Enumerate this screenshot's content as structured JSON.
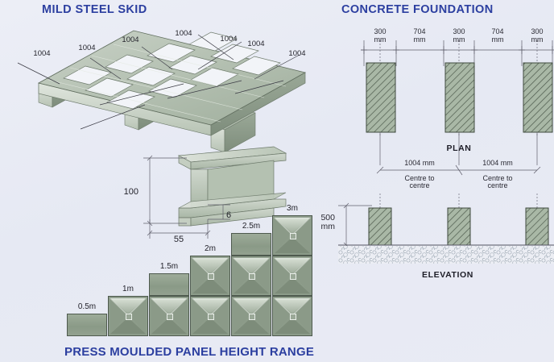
{
  "headings": {
    "skid": "MILD STEEL SKID",
    "concrete": "CONCRETE FOUNDATION",
    "press": "PRESS MOULDED PANEL HEIGHT RANGE"
  },
  "skid": {
    "dimension_labels": [
      "1004",
      "1004",
      "1004",
      "1004",
      "1004",
      "1004",
      "1004"
    ],
    "grid_cols": 4,
    "grid_rows": 3
  },
  "beam_section": {
    "height": "100",
    "web": "6",
    "flange_width": "55"
  },
  "foundation": {
    "plan_label": "PLAN",
    "elevation_label": "ELEVATION",
    "top_dims": [
      "300\nmm",
      "704\nmm",
      "300\nmm",
      "704\nmm",
      "300\nmm"
    ],
    "top_dims_flat": [
      "300",
      "mm",
      "704",
      "mm",
      "300",
      "mm",
      "704",
      "mm",
      "300",
      "mm"
    ],
    "centre_dims": [
      "1004 mm",
      "1004 mm"
    ],
    "centre_note": [
      "Centre to",
      "centre"
    ],
    "depth_label": [
      "500",
      "mm"
    ]
  },
  "panels": {
    "columns": [
      {
        "label": "0.5m",
        "full": 0,
        "half": 1
      },
      {
        "label": "1m",
        "full": 1,
        "half": 0
      },
      {
        "label": "1.5m",
        "full": 1,
        "half": 1
      },
      {
        "label": "2m",
        "full": 2,
        "half": 0
      },
      {
        "label": "2.5m",
        "full": 2,
        "half": 1
      },
      {
        "label": "3m",
        "full": 3,
        "half": 0
      }
    ]
  },
  "colors": {
    "heading": "#2c3fa0",
    "background": "#e9ebf4",
    "panel_fill": "#8d9c8a",
    "panel_border": "#4e5a4e",
    "hatch": "#8f9e8c"
  }
}
